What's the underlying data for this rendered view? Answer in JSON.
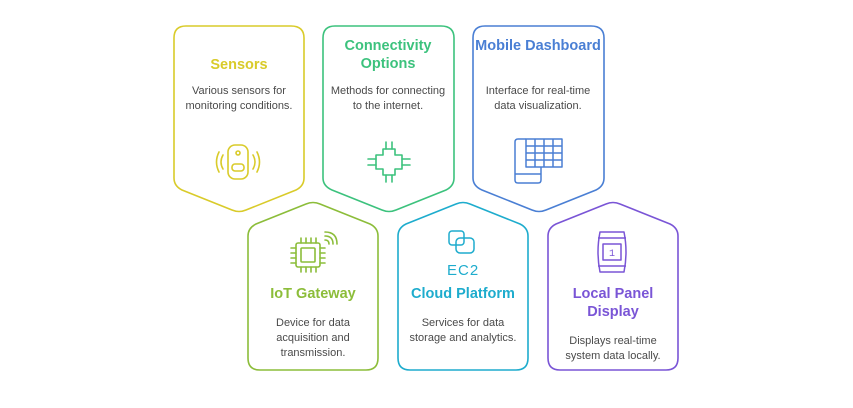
{
  "colors": {
    "sensors": "#d9cb2a",
    "connectivity": "#3cc27d",
    "mobile": "#4a7fd4",
    "iot": "#8cbd3a",
    "cloud": "#1eaccd",
    "local": "#7a55d6",
    "text": "#4a4a4a"
  },
  "cards": [
    {
      "id": "sensors",
      "title": "Sensors",
      "description": "Various sensors for monitoring conditions.",
      "icon": "sensor-icon"
    },
    {
      "id": "connectivity",
      "title": "Connectivity Options",
      "description": "Methods for connecting to the internet.",
      "icon": "circuit-icon"
    },
    {
      "id": "mobile",
      "title": "Mobile Dashboard",
      "description": "Interface for real-time data visualization.",
      "icon": "mobile-table-icon"
    },
    {
      "id": "iot",
      "title": "IoT Gateway",
      "description": "Device for data acquisition and transmission.",
      "icon": "chip-wireless-icon"
    },
    {
      "id": "cloud",
      "title": "Cloud Platform",
      "description": "Services for data storage and analytics.",
      "icon": "ec2-icon",
      "icon_label": "EC2"
    },
    {
      "id": "local",
      "title": "Local Panel Display",
      "description": "Displays real-time system data locally.",
      "icon": "barrel-display-icon",
      "icon_label": "1"
    }
  ]
}
